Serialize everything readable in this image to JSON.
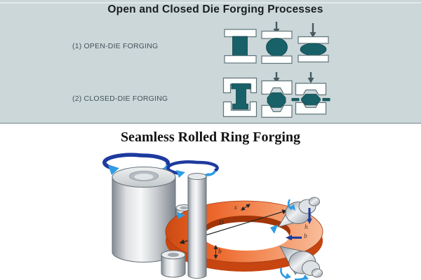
{
  "top": {
    "title": "Open and Closed Die Forging Processes",
    "rows": [
      {
        "label": "(1) OPEN-DIE FORGING"
      },
      {
        "label": "(2) CLOSED-DIE FORGING"
      }
    ],
    "colors": {
      "background": "#ccd7d9",
      "workpiece_teal": "#186169",
      "die_outline": "#5e747a",
      "arrow": "#475a61",
      "title_text": "#191d1f",
      "label_text": "#41535a"
    }
  },
  "bottom": {
    "title": "Seamless Rolled Ring Forging",
    "dims": {
      "s": "s",
      "D": "D",
      "h": "h",
      "b_right": "b",
      "b_bottom": "b"
    },
    "colors": {
      "background": "#ffffff",
      "ring_orange": "#ec662a",
      "ring_shadow": "#c64510",
      "steel_gray": "#c7cbcf",
      "rotation_arrow_dark": "#1d3a9e",
      "rotation_arrow_light": "#2f9ce4",
      "dim_text": "#262626"
    }
  }
}
